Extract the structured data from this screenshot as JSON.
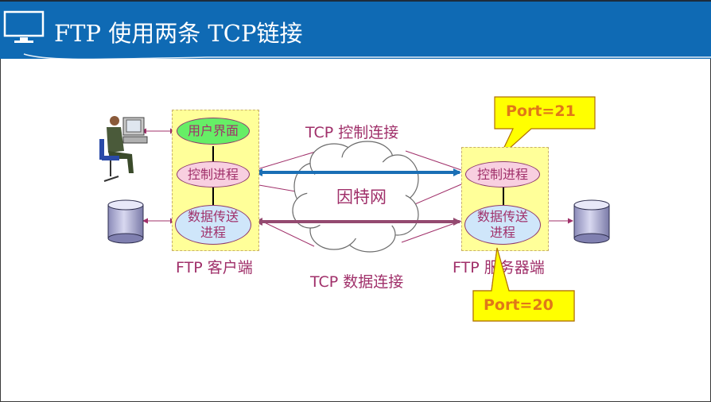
{
  "slide": {
    "title": "FTP  使用两条 TCP链接"
  },
  "diagram": {
    "client": {
      "ui_label": "用户界面",
      "control_label": "控制进程",
      "data_label": "数据传送\n进程",
      "caption": "FTP 客户端"
    },
    "server": {
      "control_label": "控制进程",
      "data_label": "数据传送\n进程",
      "caption": "FTP 服务器端"
    },
    "network_label": "因特网",
    "control_connection_label": "TCP 控制连接",
    "data_connection_label": "TCP 数据连接",
    "control_port_callout": "Port=21",
    "data_port_callout": "Port=20"
  },
  "colors": {
    "header_blue": "#0f6ab4",
    "box_yellow": "#ffff99",
    "label_magenta": "#a0306a",
    "control_arrow_blue": "#1a6fb5",
    "data_arrow_purple": "#944a70",
    "callout_orange": "#e07818"
  }
}
